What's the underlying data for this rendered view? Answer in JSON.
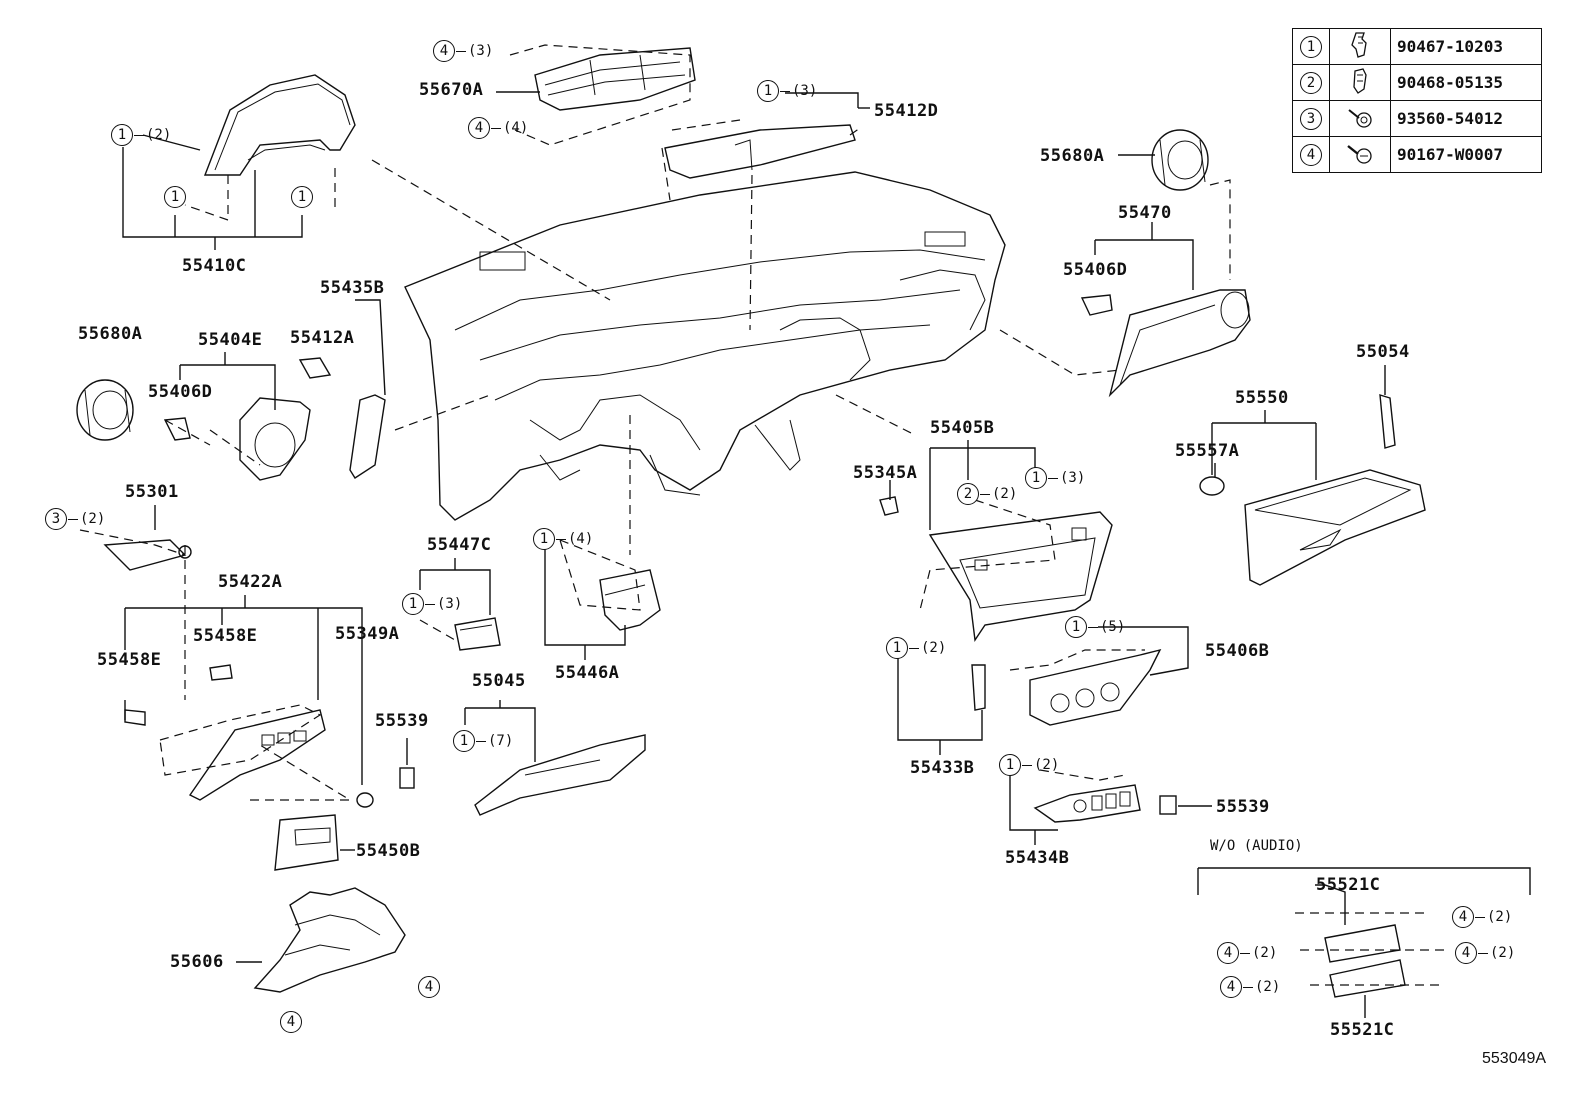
{
  "diagram_code": "553049A",
  "variant_note": "W/O (AUDIO)",
  "fasteners": [
    {
      "num": "1",
      "part": "90467-10203",
      "icon": "clip-icon"
    },
    {
      "num": "2",
      "part": "90468-05135",
      "icon": "clip-icon"
    },
    {
      "num": "3",
      "part": "93560-54012",
      "icon": "screw-icon"
    },
    {
      "num": "4",
      "part": "90167-W0007",
      "icon": "screw-icon"
    }
  ],
  "parts": {
    "p55670A": "55670A",
    "p55412D": "55412D",
    "p55680A_r": "55680A",
    "p55470": "55470",
    "p55406D_r": "55406D",
    "p55410C": "55410C",
    "p55435B": "55435B",
    "p55680A_l": "55680A",
    "p55404E": "55404E",
    "p55412A": "55412A",
    "p55406D_l": "55406D",
    "p55054": "55054",
    "p55550": "55550",
    "p55557A": "55557A",
    "p55405B": "55405B",
    "p55345A": "55345A",
    "p55301": "55301",
    "p55447C": "55447C",
    "p55422A": "55422A",
    "p55458E_a": "55458E",
    "p55458E_b": "55458E",
    "p55349A": "55349A",
    "p55446A": "55446A",
    "p55045": "55045",
    "p55539_l": "55539",
    "p55406B": "55406B",
    "p55433B": "55433B",
    "p55450B": "55450B",
    "p55539_r": "55539",
    "p55434B": "55434B",
    "p55521C_t": "55521C",
    "p55521C_b": "55521C",
    "p55606": "55606"
  },
  "callouts": {
    "c1": {
      "num": "4",
      "qty": "(3)"
    },
    "c2": {
      "num": "4",
      "qty": "(4)"
    },
    "c3": {
      "num": "1",
      "qty": "(3)"
    },
    "c4": {
      "num": "1",
      "qty": "(2)"
    },
    "c5": {
      "num": "1",
      "qty": ""
    },
    "c6": {
      "num": "1",
      "qty": ""
    },
    "c7": {
      "num": "3",
      "qty": "(2)"
    },
    "c8": {
      "num": "2",
      "qty": "(2)"
    },
    "c9": {
      "num": "1",
      "qty": "(3)"
    },
    "c10": {
      "num": "1",
      "qty": "(3)"
    },
    "c11": {
      "num": "1",
      "qty": "(4)"
    },
    "c12": {
      "num": "1",
      "qty": "(7)"
    },
    "c13": {
      "num": "1",
      "qty": "(5)"
    },
    "c14": {
      "num": "1",
      "qty": "(2)"
    },
    "c15": {
      "num": "1",
      "qty": "(2)"
    },
    "c16": {
      "num": "4",
      "qty": "(2)"
    },
    "c17": {
      "num": "4",
      "qty": "(2)"
    },
    "c18": {
      "num": "4",
      "qty": "(2)"
    },
    "c19": {
      "num": "4",
      "qty": "(2)"
    },
    "c20": {
      "num": "4",
      "qty": ""
    },
    "c21": {
      "num": "4",
      "qty": ""
    }
  }
}
